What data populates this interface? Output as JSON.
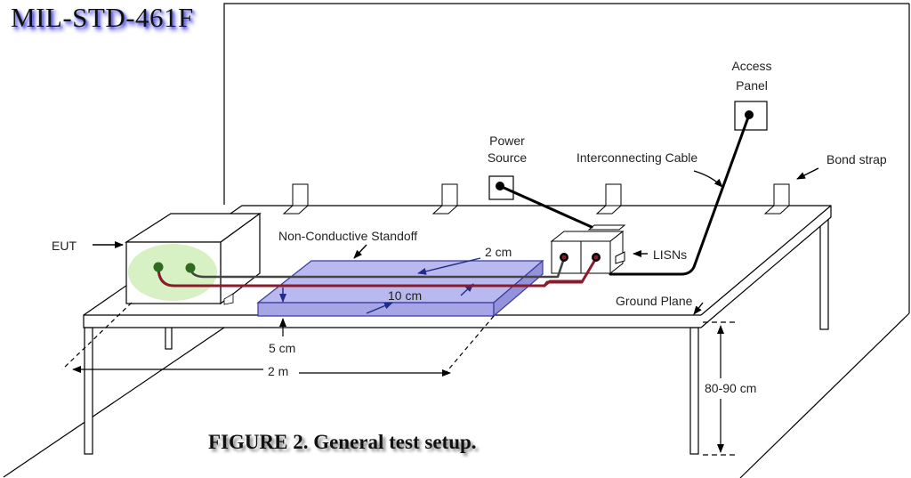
{
  "header": {
    "standard": "MIL-STD-461F"
  },
  "caption": "FIGURE 2.  General test setup.",
  "labels": {
    "eut": "EUT",
    "standoff": "Non-Conductive Standoff",
    "two_cm": "2 cm",
    "ten_cm": "10 cm",
    "five_cm": "5 cm",
    "two_m": "2 m",
    "power_source": [
      "Power",
      "Source"
    ],
    "access_panel": [
      "Access",
      "Panel"
    ],
    "interconnecting_cable": "Interconnecting Cable",
    "bond_strap": "Bond strap",
    "lisns": "LISNs",
    "ground_plane": "Ground Plane",
    "height": "80-90 cm"
  },
  "colors": {
    "standoff_fill": "#b9b9ef",
    "standoff_stroke": "#3a3aa0",
    "cable": "#8b1a2a",
    "eut_connector": "#2f6b1e",
    "eut_highlight": "#d7f0c4",
    "header_glow": "#4b4bd6"
  }
}
